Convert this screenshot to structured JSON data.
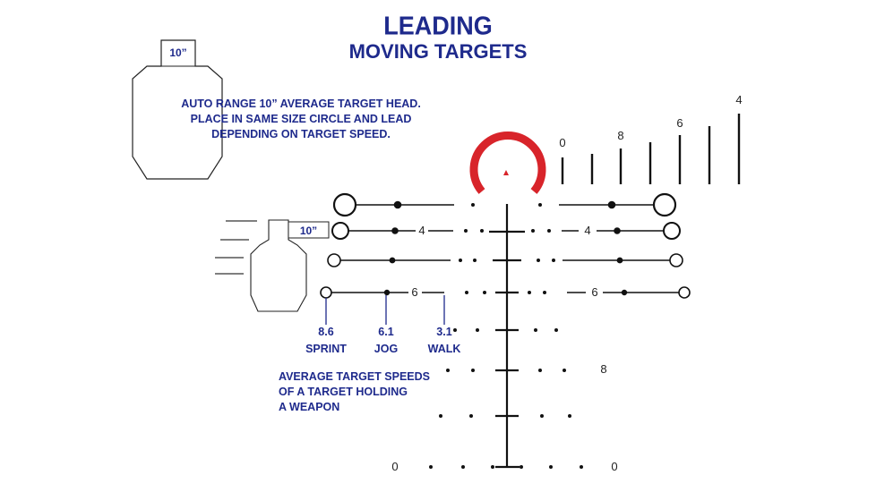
{
  "title": {
    "line1": "LEADING",
    "line2": "MOVING TARGETS"
  },
  "instructions": "AUTO RANGE 10” AVERAGE TARGET HEAD.\nPLACE IN SAME SIZE CIRCLE AND LEAD\nDEPENDING ON TARGET SPEED.",
  "head_size_label": "10”",
  "speed_note": "AVERAGE TARGET SPEEDS\nOF A TARGET HOLDING\nA WEAPON",
  "speeds": [
    {
      "value": "8.6",
      "name": "SPRINT"
    },
    {
      "value": "6.1",
      "name": "JOG"
    },
    {
      "value": "3.1",
      "name": "WALK"
    }
  ],
  "reticle_numbers": {
    "lead_4_left": "4",
    "lead_4_right": "4",
    "lead_6_left": "6",
    "lead_6_right": "6",
    "range_8": "8",
    "bottom_left": "0",
    "bottom_right": "0",
    "scale_0": "0",
    "scale_8": "8",
    "scale_6": "6",
    "scale_4": "4"
  },
  "colors": {
    "ink": "#1e2a8c",
    "reticle": "#111111",
    "red_ring": "#d8242a"
  }
}
